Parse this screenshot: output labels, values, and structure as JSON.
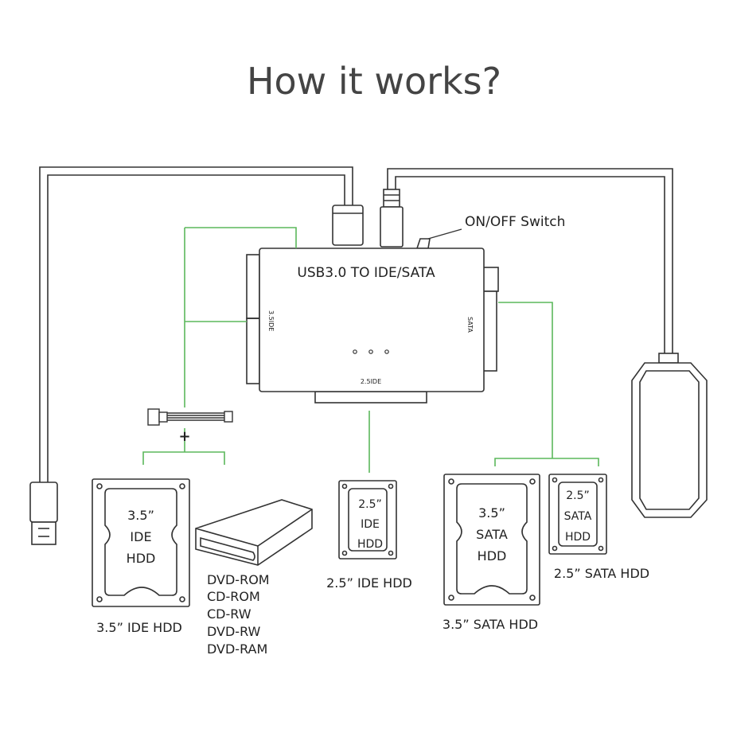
{
  "title": "How it works?",
  "adapter": {
    "label": "USB3.0 TO IDE/SATA",
    "port_left": "3.5IDE",
    "port_right": "SATA",
    "port_bottom": "2.5IDE"
  },
  "switch_label": "ON/OFF Switch",
  "plus_sign": "+",
  "drives": {
    "ide35": {
      "text": [
        "3.5”",
        "IDE",
        "HDD"
      ],
      "caption": "3.5”  IDE HDD"
    },
    "optical": {
      "caption": [
        "DVD-ROM",
        "CD-ROM",
        "CD-RW",
        "DVD-RW",
        "DVD-RAM"
      ]
    },
    "ide25": {
      "text": [
        "2.5”",
        "IDE",
        "HDD"
      ],
      "caption": "2.5”  IDE HDD"
    },
    "sata35": {
      "text": [
        "3.5”",
        "SATA",
        "HDD"
      ],
      "caption": "3.5”  SATA HDD"
    },
    "sata25": {
      "text": [
        "2.5”",
        "SATA",
        "HDD"
      ],
      "caption": "2.5”  SATA HDD"
    }
  },
  "colors": {
    "line": "#333333",
    "connector_green": "#5cb85c",
    "title": "#444444"
  },
  "icons": [
    "usb-plug-icon",
    "power-adapter-icon",
    "molex-cable-icon",
    "hdd-icon",
    "optical-drive-icon"
  ]
}
